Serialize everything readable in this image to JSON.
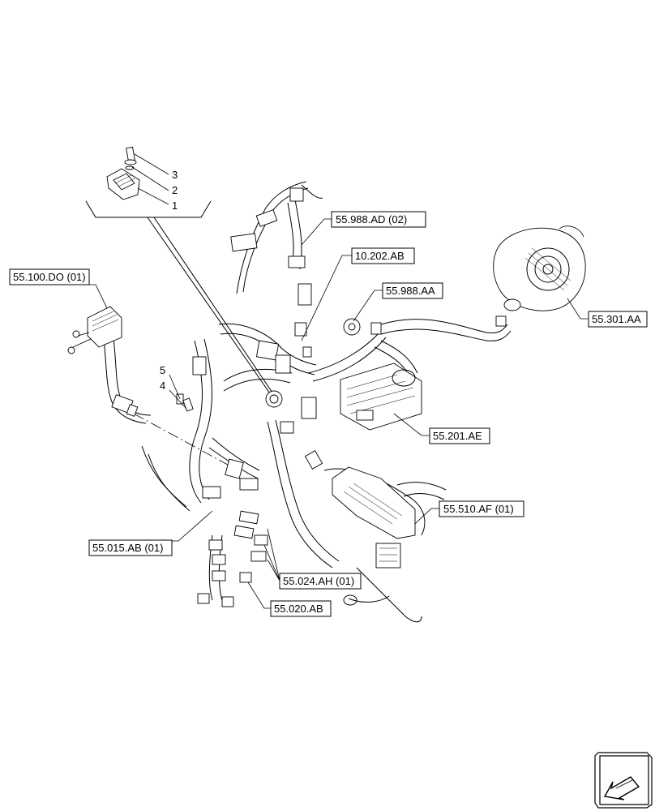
{
  "callouts": {
    "c1": "55.988.AD (02)",
    "c2": "10.202.AB",
    "c3": "55.988.AA",
    "c4": "55.301.AA",
    "c5": "55.100.DO (01)",
    "c6": "55.201.AE",
    "c7": "55.510.AF (01)",
    "c8": "55.015.AB (01)",
    "c9": "55.024.AH (01)",
    "c10": "55.020.AB"
  },
  "item_numbers": {
    "n1": "1",
    "n2": "2",
    "n3": "3",
    "n4": "4",
    "n5": "5"
  },
  "icons": {
    "nav_arrow": "arrow-back-icon"
  }
}
